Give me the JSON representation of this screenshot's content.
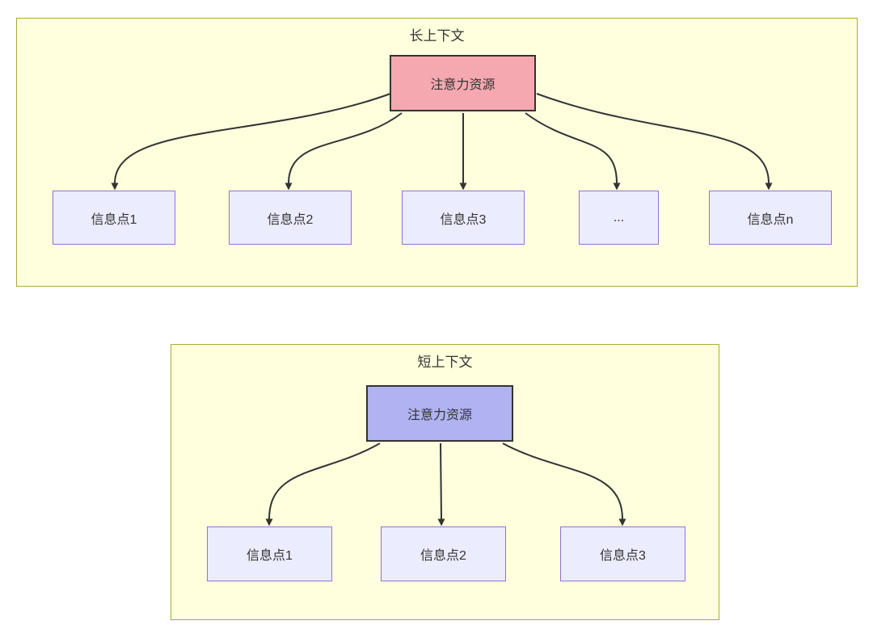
{
  "diagram": {
    "long_context": {
      "title": "长上下文",
      "attention_label": "注意力资源",
      "nodes": [
        "信息点1",
        "信息点2",
        "信息点3",
        "...",
        "信息点n"
      ]
    },
    "short_context": {
      "title": "短上下文",
      "attention_label": "注意力资源",
      "nodes": [
        "信息点1",
        "信息点2",
        "信息点3"
      ]
    },
    "colors": {
      "group_fill": "#ffffde",
      "group_border": "#aaaa33",
      "attention_long_fill": "#f6a8b0",
      "attention_short_fill": "#b0b3f0",
      "attention_border": "#333333",
      "info_node_fill": "#ececff",
      "info_node_border": "#9370db",
      "edge_stroke": "#333333",
      "text_color": "#333333"
    }
  }
}
